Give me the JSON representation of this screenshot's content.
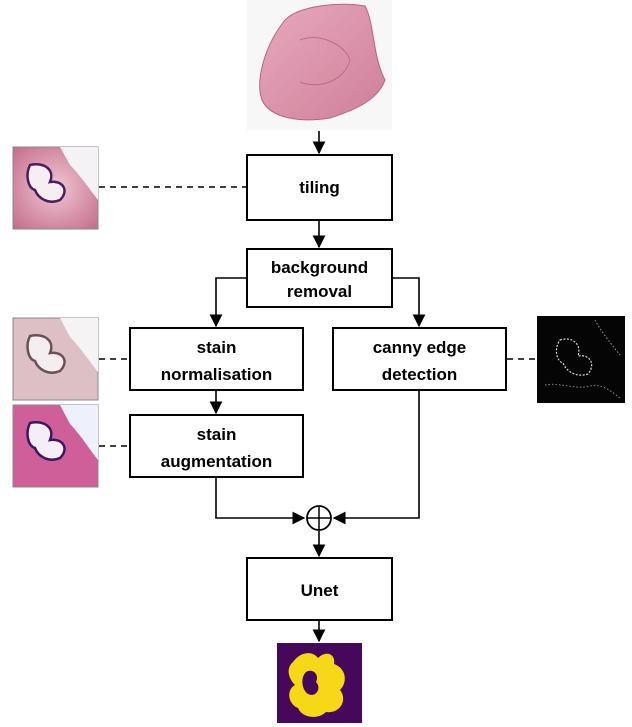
{
  "diagram": {
    "nodes": {
      "tiling": {
        "lines": [
          "tiling"
        ]
      },
      "background_removal": {
        "lines": [
          "background",
          "removal"
        ]
      },
      "stain_normalisation": {
        "lines": [
          "stain",
          "normalisation"
        ]
      },
      "canny_edge_detection": {
        "lines": [
          "canny edge",
          "detection"
        ]
      },
      "stain_augmentation": {
        "lines": [
          "stain",
          "augmentation"
        ]
      },
      "unet": {
        "lines": [
          "Unet"
        ]
      }
    },
    "colors": {
      "line": "#000000",
      "tissue_pink": "#d98aa3",
      "tissue_purple": "#4a1f5e",
      "edge_background": "#050505",
      "mask_background": "#46085a",
      "mask_foreground": "#f6d816"
    }
  }
}
